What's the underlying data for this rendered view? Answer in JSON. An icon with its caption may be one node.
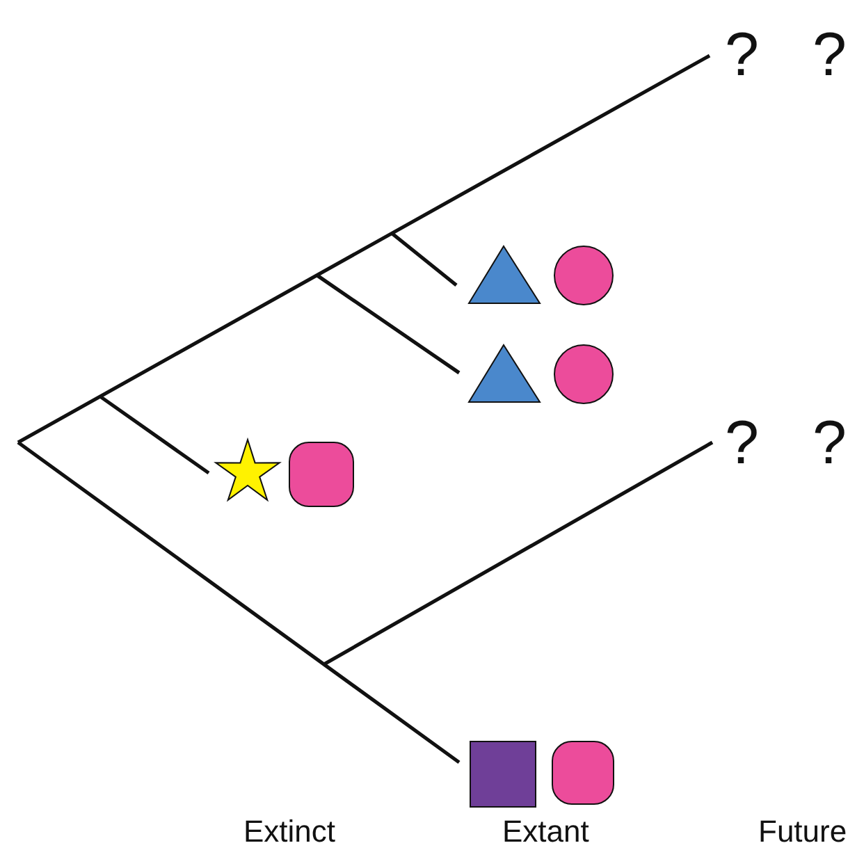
{
  "diagram": {
    "labels": [
      "?",
      "?",
      "?",
      "?",
      "Extinct",
      "Extant",
      "Future"
    ]
  }
}
